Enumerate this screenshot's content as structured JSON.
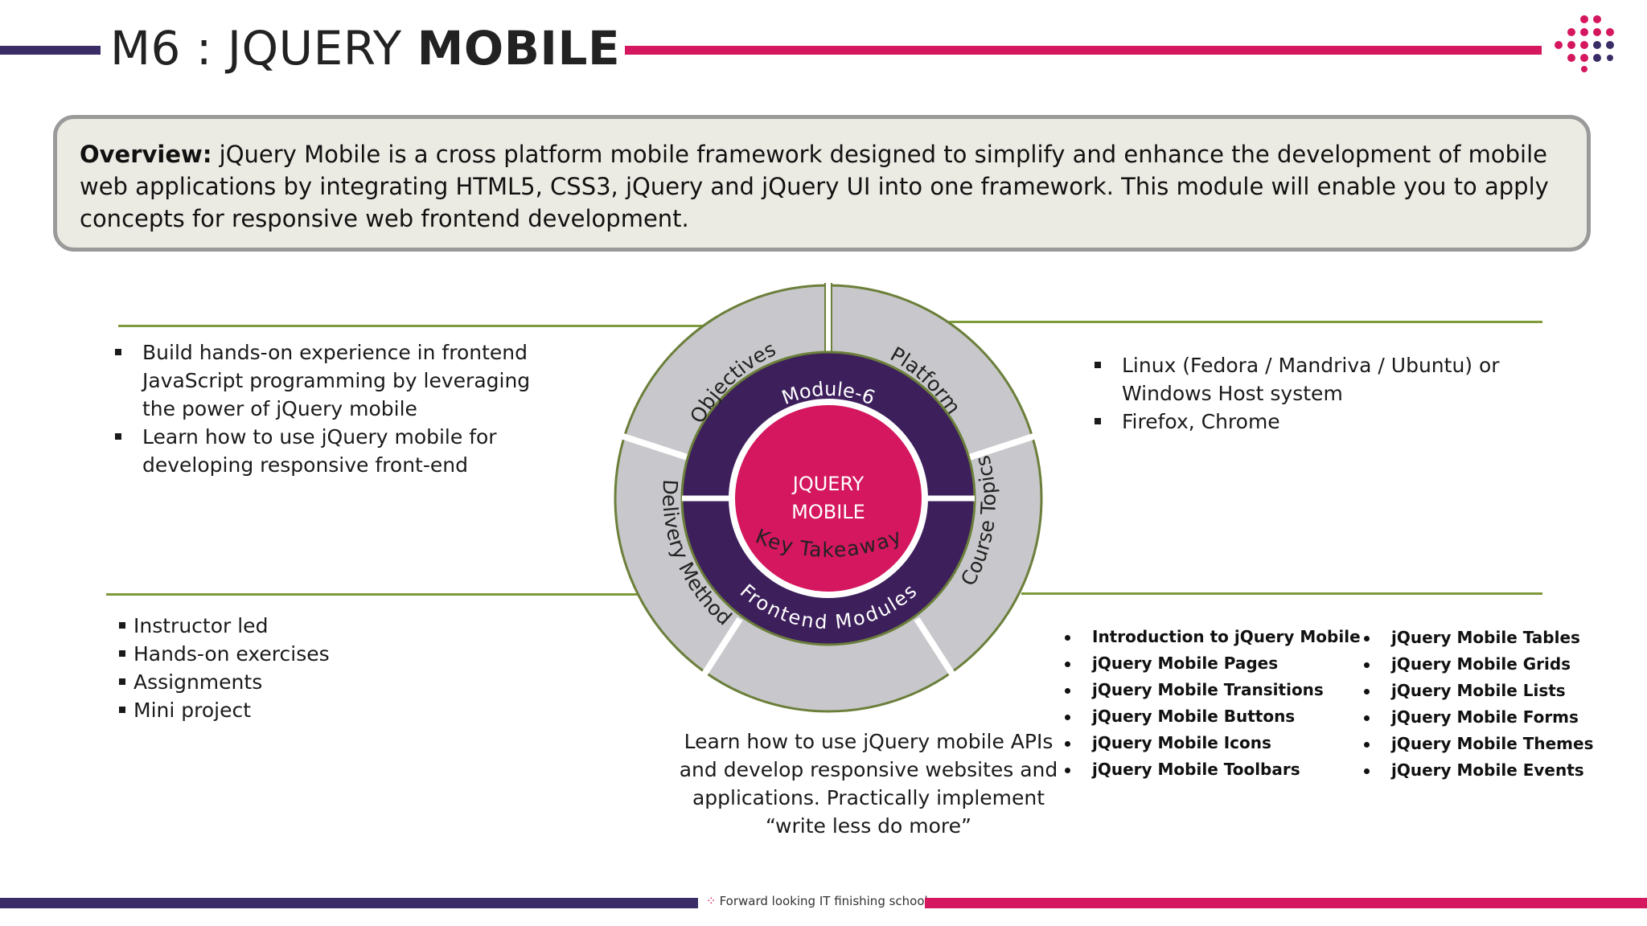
{
  "header": {
    "title_prefix": "M6 : JQUERY ",
    "title_bold": "MOBILE"
  },
  "overview": {
    "label": "Overview:",
    "text": " jQuery Mobile is a cross platform mobile framework designed to simplify and enhance the development of mobile web applications by integrating HTML5, CSS3, jQuery and jQuery UI into one framework. This module will enable you to apply concepts for responsive web frontend development."
  },
  "wheel": {
    "center_line1": "JQUERY",
    "center_line2": "MOBILE",
    "inner_top": "Module-6",
    "inner_bottom": "Frontend Modules",
    "segments": [
      "Objectives",
      "Platform",
      "Course Topics",
      "Key Takeaway",
      "Delivery Method"
    ]
  },
  "objectives": {
    "items": [
      "Build hands-on experience in frontend JavaScript programming by leveraging the power of jQuery mobile",
      "Learn how to use jQuery mobile for developing responsive front-end"
    ]
  },
  "platform": {
    "items": [
      "Linux (Fedora / Mandriva / Ubuntu) or Windows Host system",
      "Firefox, Chrome"
    ]
  },
  "delivery": {
    "items": [
      "Instructor led",
      "Hands-on exercises",
      "Assignments",
      "Mini project"
    ]
  },
  "topics": {
    "col1": [
      "Introduction to jQuery Mobile",
      "jQuery Mobile Pages",
      "jQuery Mobile Transitions",
      "jQuery Mobile Buttons",
      "jQuery Mobile Icons",
      "jQuery Mobile Toolbars"
    ],
    "col2": [
      "jQuery Mobile Tables",
      "jQuery Mobile Grids",
      "jQuery Mobile Lists",
      "jQuery Mobile Forms",
      "jQuery Mobile Themes",
      "jQuery Mobile Events"
    ]
  },
  "takeaway": {
    "text": "Learn how to use jQuery mobile APIs and develop responsive websites and applications. Practically implement “write less do more”"
  },
  "footer": {
    "text": "Forward looking IT finishing school"
  },
  "colors": {
    "navy": "#3a2c66",
    "magenta": "#d4175f",
    "wheel_inner": "#3d1f5c",
    "segment_gray": "#c8c8cc",
    "olive_line": "#7f9a3a"
  }
}
